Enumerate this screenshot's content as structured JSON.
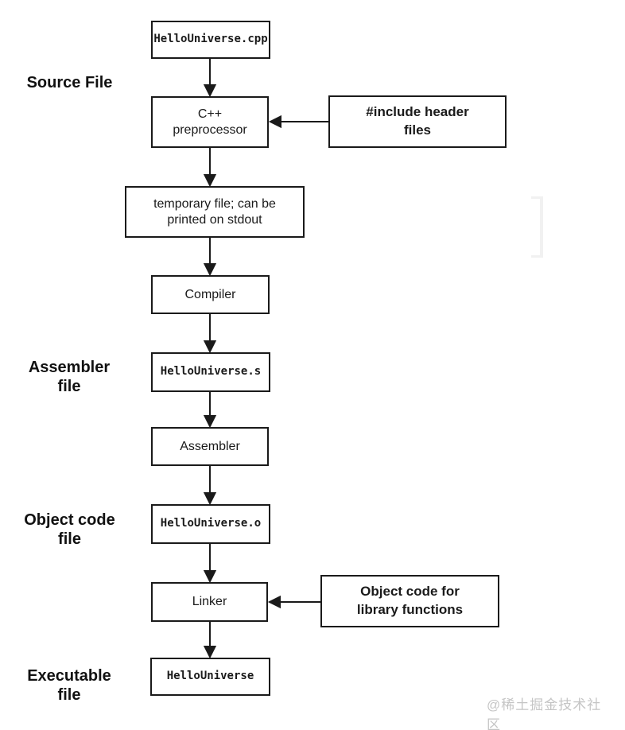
{
  "flowchart": {
    "stages": {
      "source_file": "Source File",
      "assembler_file": "Assembler\nfile",
      "object_code_file": "Object code\nfile",
      "executable_file": "Executable\nfile"
    },
    "nodes": {
      "source": "HelloUniverse.cpp",
      "preprocessor": "C++\npreprocessor",
      "include_headers": "#include header\nfiles",
      "temp_file": "temporary file; can be\nprinted on stdout",
      "compiler": "Compiler",
      "assembly_file": "HelloUniverse.s",
      "assembler": "Assembler",
      "object_file": "HelloUniverse.o",
      "linker": "Linker",
      "object_lib": "Object code for\nlibrary functions",
      "executable": "HelloUniverse"
    },
    "colors": {
      "line": "#1a1a1a",
      "box_background": "#ffffff",
      "watermark": "#c5c5c5"
    },
    "watermark": "@稀土掘金技术社区"
  }
}
